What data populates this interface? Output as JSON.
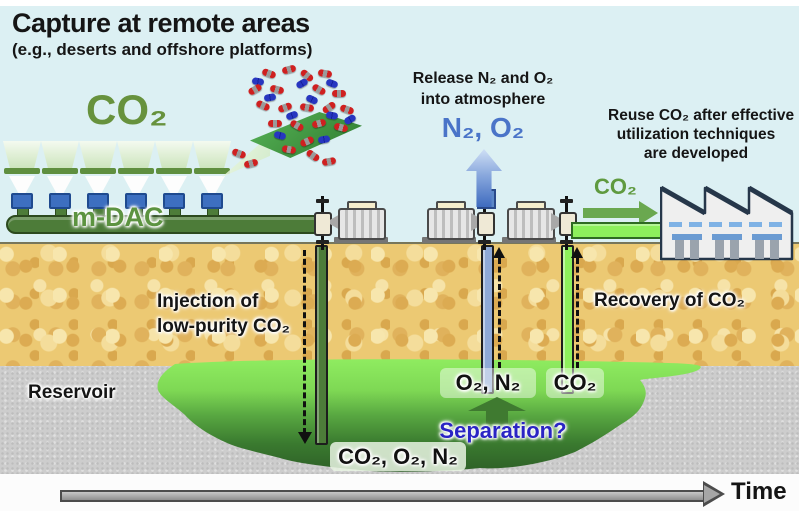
{
  "diagram": {
    "title": "Capture at remote areas",
    "subtitle": "(e.g., deserts and offshore platforms)",
    "capture": {
      "co2_label": "CO₂",
      "mdac_label": "m-DAC"
    },
    "release": {
      "line1": "Release N₂ and O₂",
      "line2": "into atmosphere",
      "gases_label": "N₂, O₂"
    },
    "reuse": {
      "line1": "Reuse CO₂ after effective",
      "line2": "utilization techniques",
      "line3": "are developed",
      "co2_label": "CO₂"
    },
    "underground": {
      "injection_line1": "Injection of",
      "injection_line2": "low-purity CO₂",
      "recovery_label": "Recovery of CO₂",
      "reservoir_label": "Reservoir",
      "o2_n2_label": "O₂, N₂",
      "co2_label": "CO₂",
      "separation_label": "Separation?",
      "mixture_label": "CO₂, O₂, N₂"
    },
    "timeline": {
      "label": "Time"
    },
    "colors": {
      "sky": "#dcf0f3",
      "sand": "#ecc973",
      "rock": "#cdcdcd",
      "reservoir_light": "#8fec60",
      "reservoir_dark": "#2e6027",
      "pipe_dark_green": "#4d7c39",
      "pipe_light_green": "#8df05c",
      "pipe_blue": "#8ea9d6",
      "text_green": "#67923d",
      "text_blue": "#4a74c8",
      "separation_blue": "#2a24c4",
      "time_arrow_gray": "#a0a0a0"
    }
  }
}
